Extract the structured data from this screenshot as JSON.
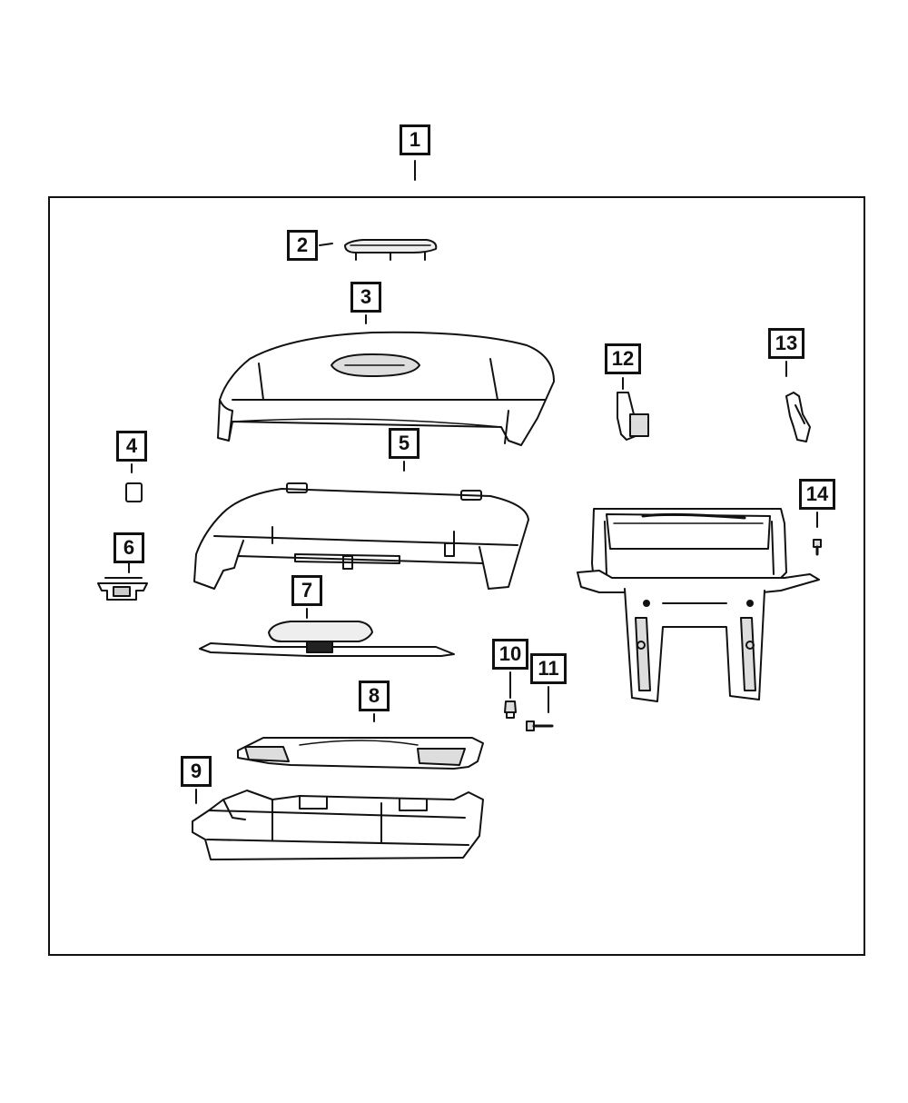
{
  "diagram": {
    "callouts": [
      {
        "label": "1"
      },
      {
        "label": "2"
      },
      {
        "label": "3"
      },
      {
        "label": "4"
      },
      {
        "label": "5"
      },
      {
        "label": "6"
      },
      {
        "label": "7"
      },
      {
        "label": "8"
      },
      {
        "label": "9"
      },
      {
        "label": "10"
      },
      {
        "label": "11"
      },
      {
        "label": "12"
      },
      {
        "label": "13"
      },
      {
        "label": "14"
      }
    ],
    "line_color": "#111111"
  }
}
